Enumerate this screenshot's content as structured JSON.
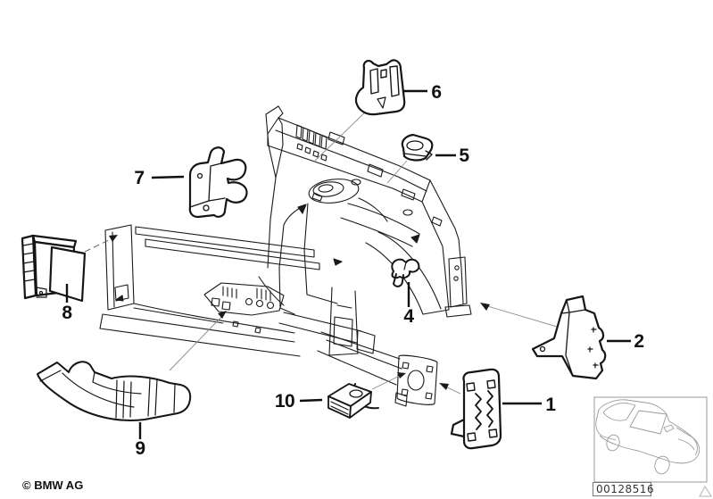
{
  "diagram": {
    "title_hidden": "",
    "callouts": [
      {
        "id": "1"
      },
      {
        "id": "2"
      },
      {
        "id": "4"
      },
      {
        "id": "5"
      },
      {
        "id": "6"
      },
      {
        "id": "7"
      },
      {
        "id": "8"
      },
      {
        "id": "9"
      },
      {
        "id": "10"
      }
    ],
    "parts_shown": [
      "front panel mounting plate",
      "bracket right",
      "clip",
      "cap",
      "bracket top",
      "engine support bracket",
      "support bracket",
      "air duct",
      "spacer block"
    ]
  },
  "footer": {
    "copyright": "© BMW AG",
    "doc_number": "00128516"
  },
  "icons": {
    "vehicle_outline": "car-icon",
    "corner_marker": "triangle-icon"
  },
  "colors": {
    "background": "#ffffff",
    "line": "#1a1a1a",
    "thin_line": "#8a8a8a",
    "thumbnail_line": "#9a9a9a",
    "label": "#111111"
  }
}
